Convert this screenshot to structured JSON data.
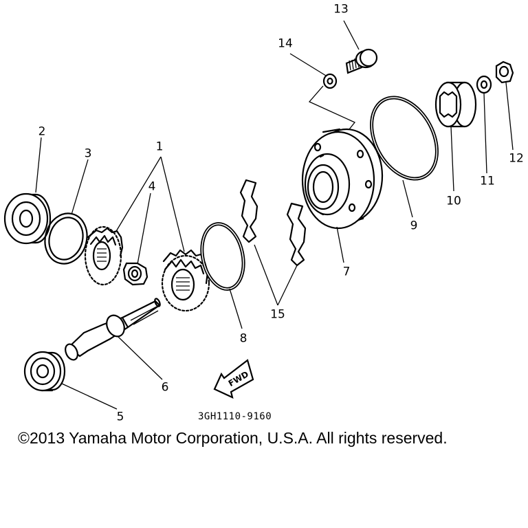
{
  "diagram": {
    "callouts": [
      {
        "id": "1",
        "label": "1"
      },
      {
        "id": "2",
        "label": "2"
      },
      {
        "id": "3",
        "label": "3"
      },
      {
        "id": "4",
        "label": "4"
      },
      {
        "id": "5",
        "label": "5"
      },
      {
        "id": "6",
        "label": "6"
      },
      {
        "id": "7",
        "label": "7"
      },
      {
        "id": "8",
        "label": "8"
      },
      {
        "id": "9",
        "label": "9"
      },
      {
        "id": "10",
        "label": "10"
      },
      {
        "id": "11",
        "label": "11"
      },
      {
        "id": "12",
        "label": "12"
      },
      {
        "id": "13",
        "label": "13"
      },
      {
        "id": "14",
        "label": "14"
      },
      {
        "id": "15",
        "label": "15"
      }
    ],
    "fwd_label": "FWD",
    "drawing_code": "3GH1110-9160"
  },
  "footer": {
    "copyright": "©2013 Yamaha Motor Corporation, U.S.A. All rights reserved."
  }
}
